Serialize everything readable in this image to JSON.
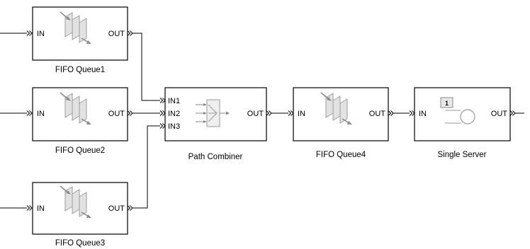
{
  "blocks": {
    "fifo1": {
      "caption": "FIFO Queue1",
      "in": "IN",
      "out": "OUT"
    },
    "fifo2": {
      "caption": "FIFO Queue2",
      "in": "IN",
      "out": "OUT"
    },
    "fifo3": {
      "caption": "FIFO Queue3",
      "in": "IN",
      "out": "OUT"
    },
    "fifo4": {
      "caption": "FIFO Queue4",
      "in": "IN",
      "out": "OUT"
    },
    "combiner": {
      "caption": "Path Combiner",
      "in1": "IN1",
      "in2": "IN2",
      "in3": "IN3",
      "out": "OUT"
    },
    "server": {
      "caption": "Single Server",
      "in": "IN",
      "out": "OUT",
      "count": "1"
    }
  }
}
